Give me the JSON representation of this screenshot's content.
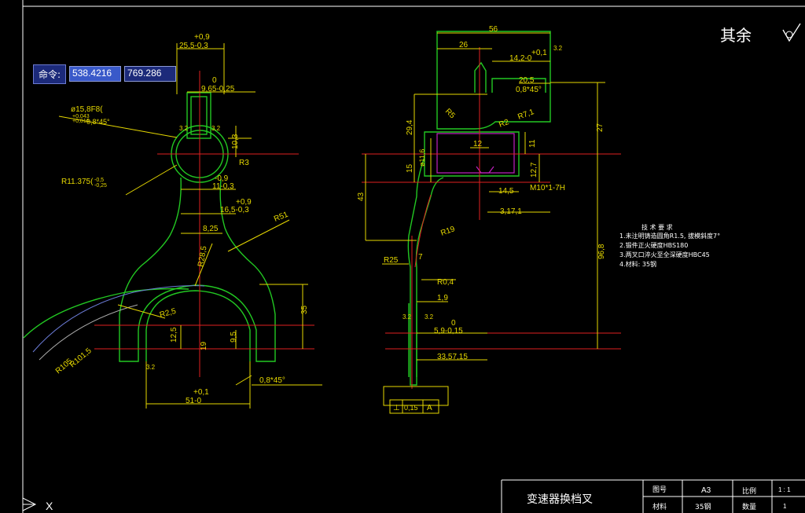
{
  "command": {
    "label": "命令:",
    "x_value": "538.4216",
    "y_value": "769.286"
  },
  "corner_note": {
    "text": "其余"
  },
  "left_view": {
    "dims": {
      "top_width_upper": "+0,9",
      "top_width_main": "25,5-0,3",
      "slot_upper": "0",
      "slot_main": "9,65-0,25",
      "bore": "ø15,8F8(",
      "bore_tol_a": "+0,043",
      "bore_tol_b": "+0,016",
      "chamfer_top": "0,8*45°",
      "dia_103": "10,3",
      "r3": "R3",
      "r11": "R11.375(",
      "r11_tol_a": "-0,5",
      "r11_tol_b": "-0,25",
      "dim11_upper": "-0,9",
      "dim11_main": "11-0,3",
      "dim165_upper": "+0,9",
      "dim165_main": "16,5-0,3",
      "dim825": "8,25",
      "r51": "R51",
      "r285": "R28,5",
      "dim35": "35",
      "r25": "R2,5",
      "dim125": "12,5",
      "dim19": "19",
      "dim95": "9,5",
      "r1015": "R101,5",
      "r105": "R105",
      "chamfer_bottom": "0,8*45°",
      "dim51_upper": "+0,1",
      "dim51_main": "51-0",
      "rough_a": "3.2",
      "rough_b": "3.2",
      "rough_c": "3.2"
    }
  },
  "right_view": {
    "dims": {
      "dim56": "56",
      "dim26": "26",
      "dim14_upper": "+0,1",
      "dim14_main": "14,2-0",
      "dim205": "20,5",
      "chamfer": "0,8*45°",
      "r5": "R5",
      "r71": "R7,1",
      "r2": "R2",
      "dim27": "27",
      "dim294": "29,4",
      "dim12": "12",
      "dim11": "11",
      "dim16": "ø11,6",
      "dim15": "15",
      "dim127": "12,7",
      "dim43": "43",
      "dim145": "14,5",
      "thread": "M10*1-7H",
      "dim317": "3,17,1",
      "r19": "R19",
      "r25": "R25",
      "dim7": "7",
      "r04": "R0,4",
      "dim19b": "1,9",
      "dim968": "96,8",
      "dim59_upper": "0",
      "dim59_main": "5,9-0,15",
      "dim3357": "33,57,15",
      "tol_sym": "⊥",
      "tol_val": "0,15",
      "tol_ref": "A",
      "rough_a": "3.2",
      "rough_b": "3.2",
      "rough_c": "3.2"
    }
  },
  "tech_notes": {
    "title": "技 术 要 求",
    "items": [
      "1.未注明铸造圆角R1.5, 拔模斜度7°",
      "2.锻件正火硬度HBS180",
      "3.两叉口淬火至全深硬度HBC45",
      "4.材料: 35钢"
    ]
  },
  "title_block": {
    "part_name": "变速器换档叉",
    "drawing_no_label": "图号",
    "drawing_no_value": "A3",
    "scale_label": "比例",
    "scale_value": "1 : 1",
    "material_label": "材料",
    "material_value": "35钢",
    "qty_label": "数量",
    "qty_value": "1"
  },
  "ucs": {
    "x_label": "X"
  }
}
